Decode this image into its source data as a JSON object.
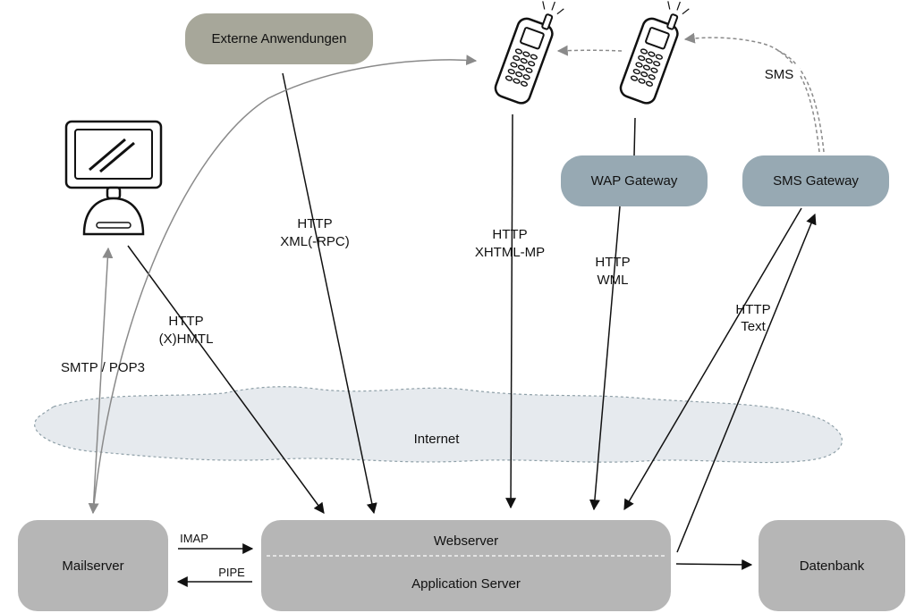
{
  "nodes": {
    "externe": "Externe Anwendungen",
    "wap_gateway": "WAP Gateway",
    "sms_gateway": "SMS Gateway",
    "mailserver": "Mailserver",
    "webserver": "Webserver",
    "appserver": "Application Server",
    "datenbank": "Datenbank",
    "internet": "Internet"
  },
  "edges": {
    "sms": "SMS",
    "http_xml_1": "HTTP",
    "http_xml_2": "XML(-RPC)",
    "http_xhtml_1": "HTTP",
    "http_xhtml_2": "XHTML-MP",
    "http_wml_1": "HTTP",
    "http_wml_2": "WML",
    "http_text_1": "HTTP",
    "http_text_2": "Text",
    "http_xhmtl_1": "HTTP",
    "http_xhmtl_2": "(X)HMTL",
    "smtp_pop3": "SMTP / POP3",
    "imap": "IMAP",
    "pipe": "PIPE"
  },
  "icons": [
    "computer-icon",
    "mobile-phone-icon",
    "mobile-phone-icon"
  ],
  "colors": {
    "externe_box": "#a7a79a",
    "gateway_box": "#97a9b3",
    "server_box": "#b6b6b6",
    "internet_cloud": "#e6eaee",
    "arrow_black": "#111111",
    "arrow_gray": "#8a8a8a"
  }
}
